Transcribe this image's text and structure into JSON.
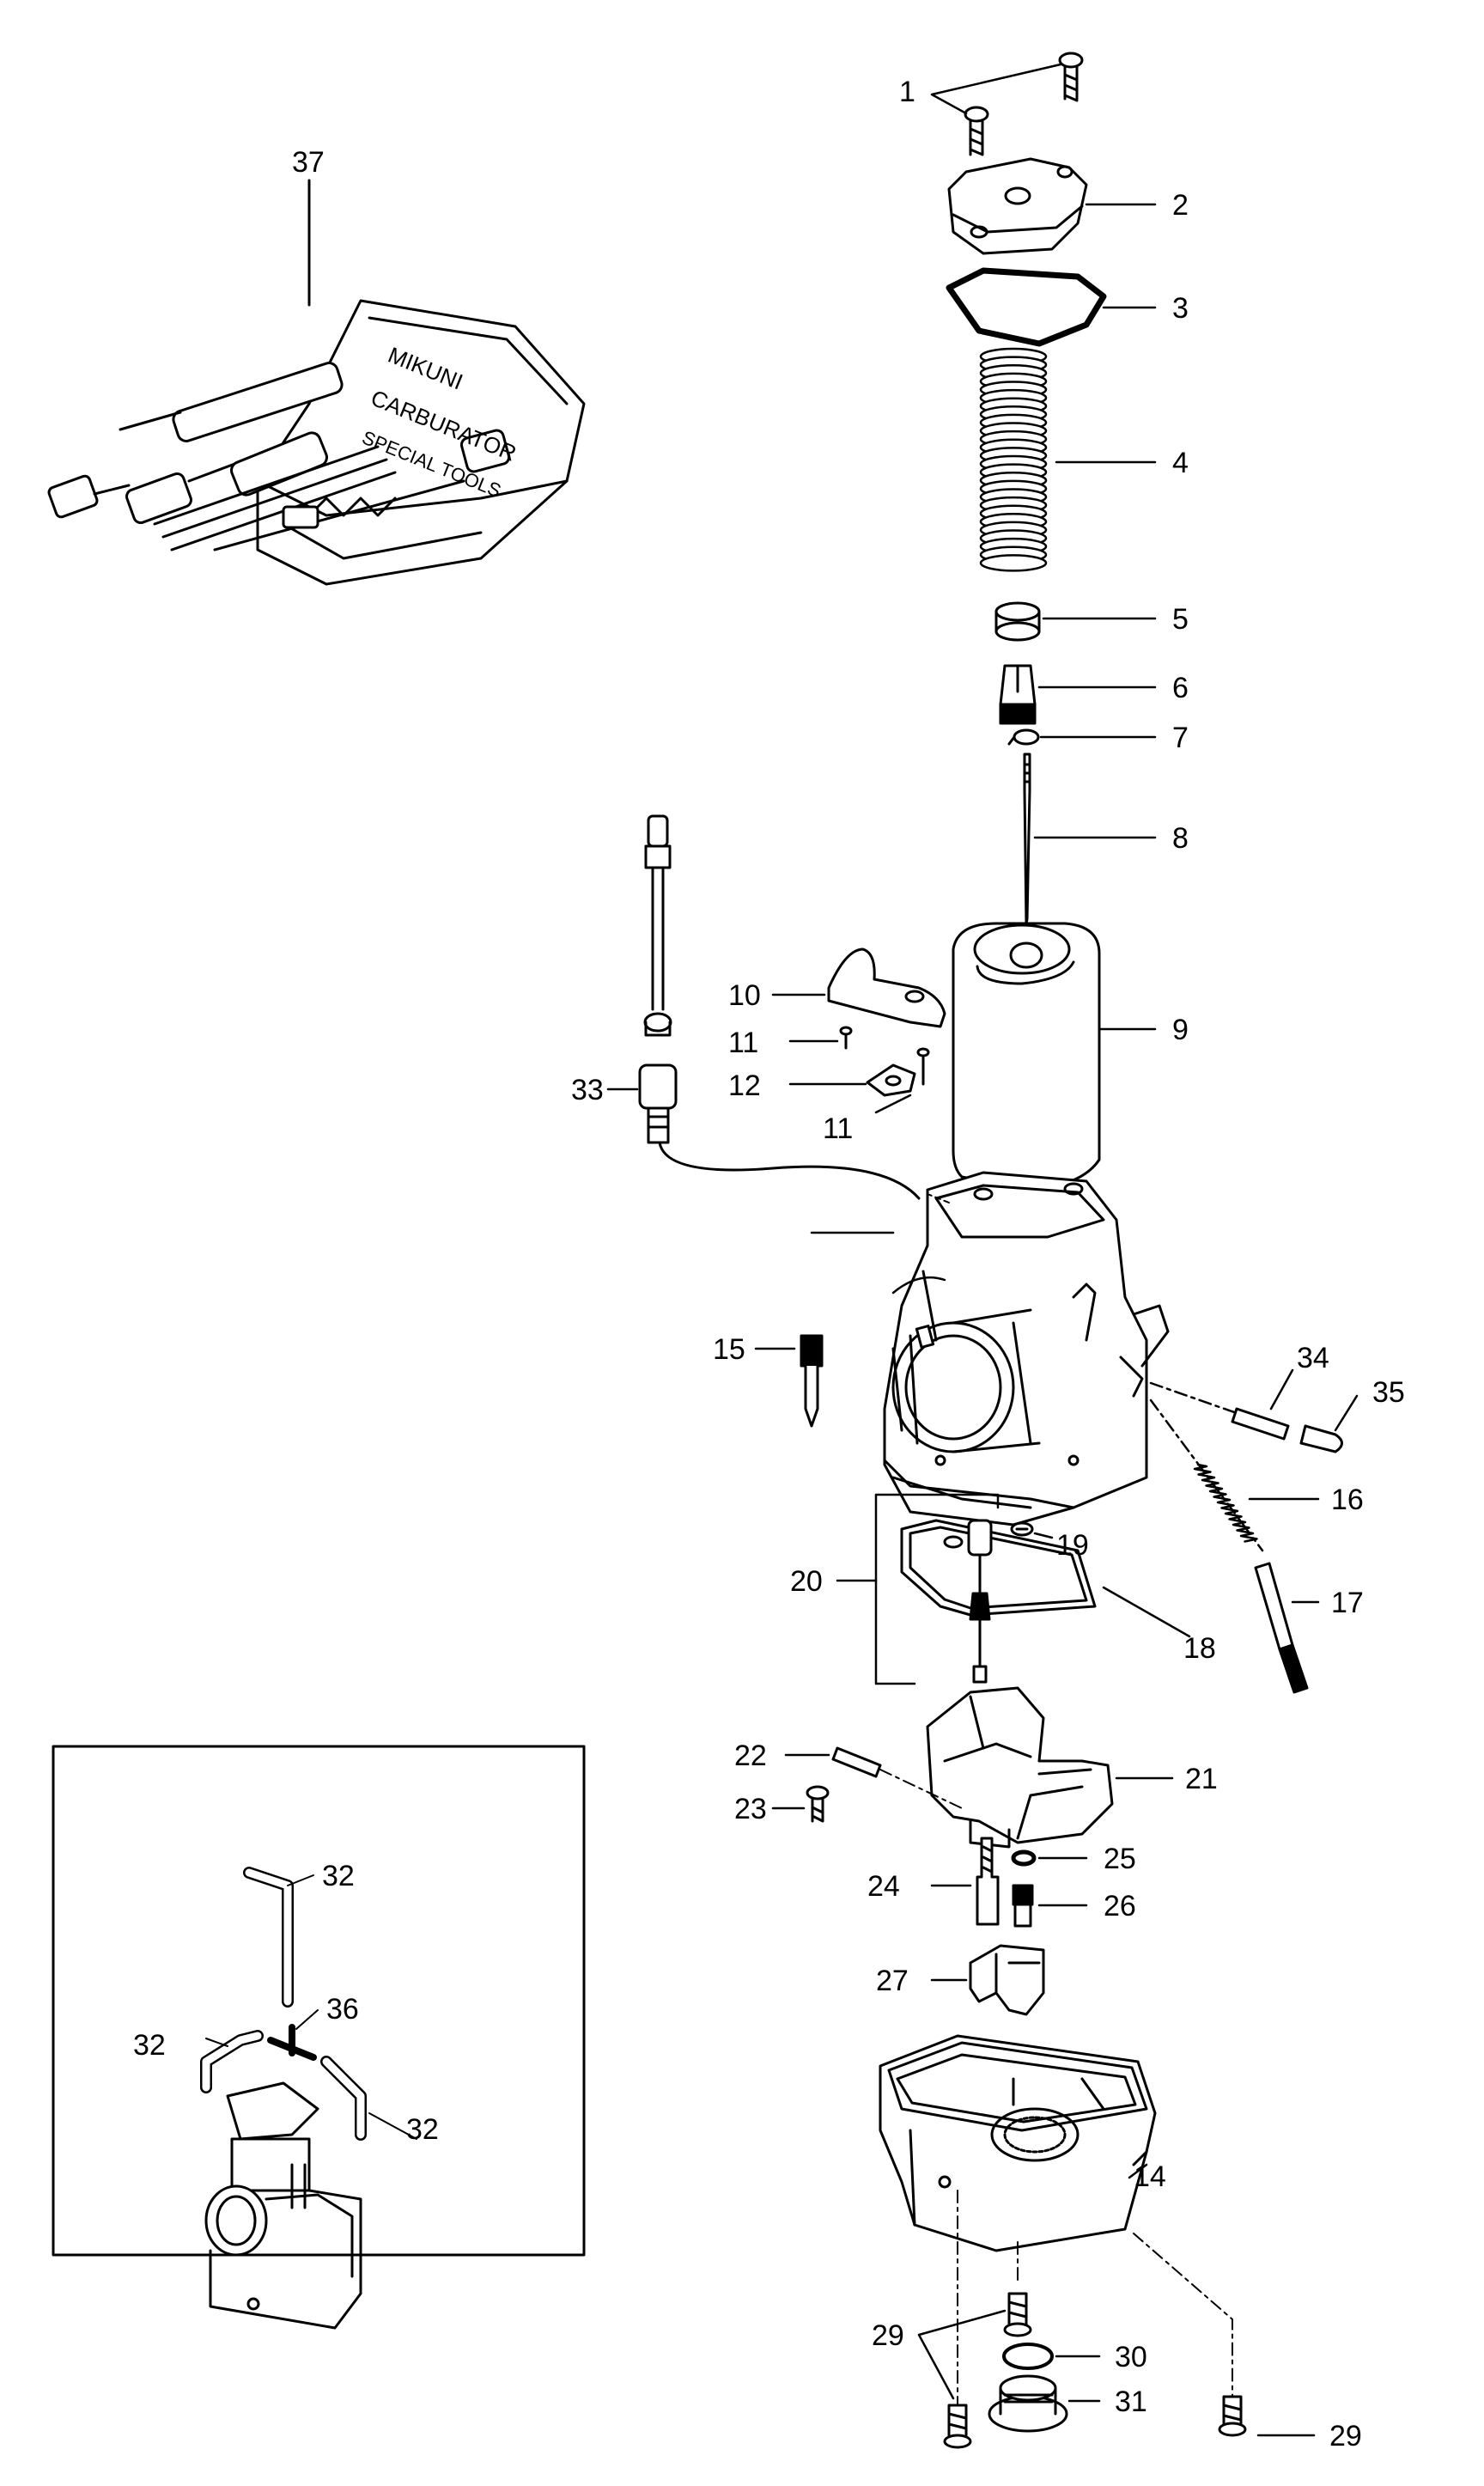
{
  "callouts": {
    "c1": "1",
    "c2": "2",
    "c3": "3",
    "c4": "4",
    "c5": "5",
    "c6": "6",
    "c7": "7",
    "c8": "8",
    "c9": "9",
    "c10": "10",
    "c11a": "11",
    "c11b": "11",
    "c12": "12",
    "c14": "14",
    "c15": "15",
    "c16": "16",
    "c17": "17",
    "c18": "18",
    "c19": "19",
    "c20": "20",
    "c21": "21",
    "c22": "22",
    "c23": "23",
    "c24": "24",
    "c25": "25",
    "c26": "26",
    "c27": "27",
    "c29a": "29",
    "c29b": "29",
    "c30": "30",
    "c31": "31",
    "c33": "33",
    "c34": "34",
    "c35": "35",
    "c37": "37"
  },
  "inset": {
    "c32a": "32",
    "c32b": "32",
    "c32c": "32",
    "c36": "36"
  },
  "tool_kit_lettering": "MIKUNI CARBURATOR SPECIAL TOOLS",
  "colors": {
    "ink": "#000000",
    "paper": "#ffffff"
  }
}
